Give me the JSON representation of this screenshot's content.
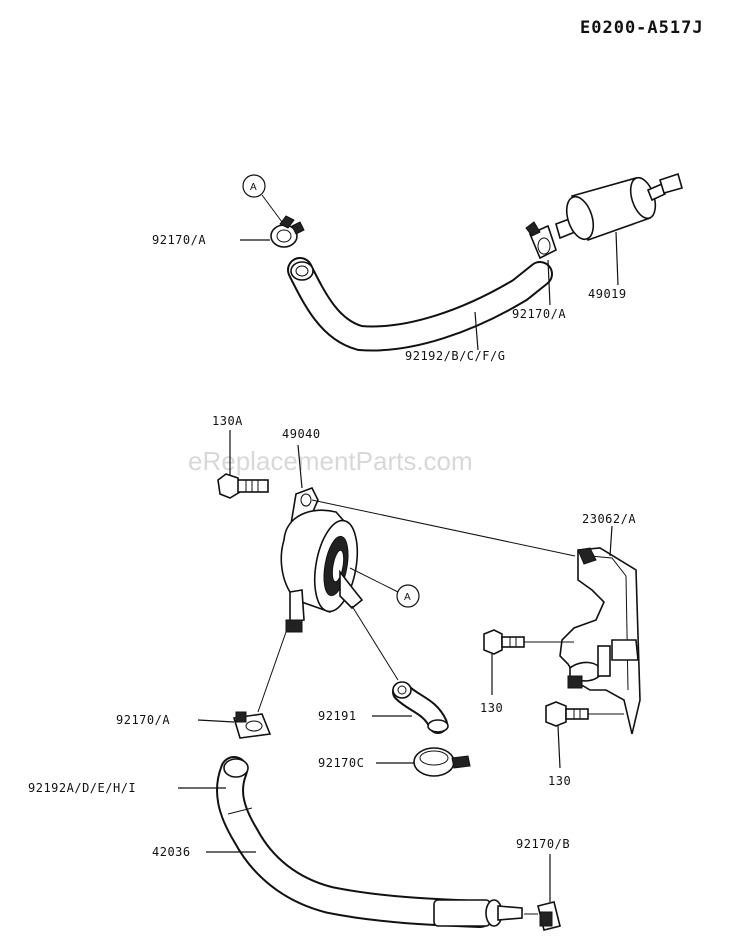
{
  "diagram": {
    "code": "E0200-A517J",
    "watermark": "eReplacementParts.com",
    "callout_letter": "A",
    "labels": {
      "clamp_top_left": "92170/A",
      "fuel_filter": "49019",
      "clamp_top_right": "92170/A",
      "hose_top": "92192/B/C/F/G",
      "bolt_130a": "130A",
      "fuel_pump": "49040",
      "bracket": "23062/A",
      "bolt_130_upper": "130",
      "clamp_mid_left": "92170/A",
      "hose_92191": "92191",
      "clamp_92170c": "92170C",
      "bolt_130_lower": "130",
      "hose_bottom": "92192A/D/E/H/I",
      "pipe_42036": "42036",
      "clamp_bottom": "92170/B"
    }
  }
}
